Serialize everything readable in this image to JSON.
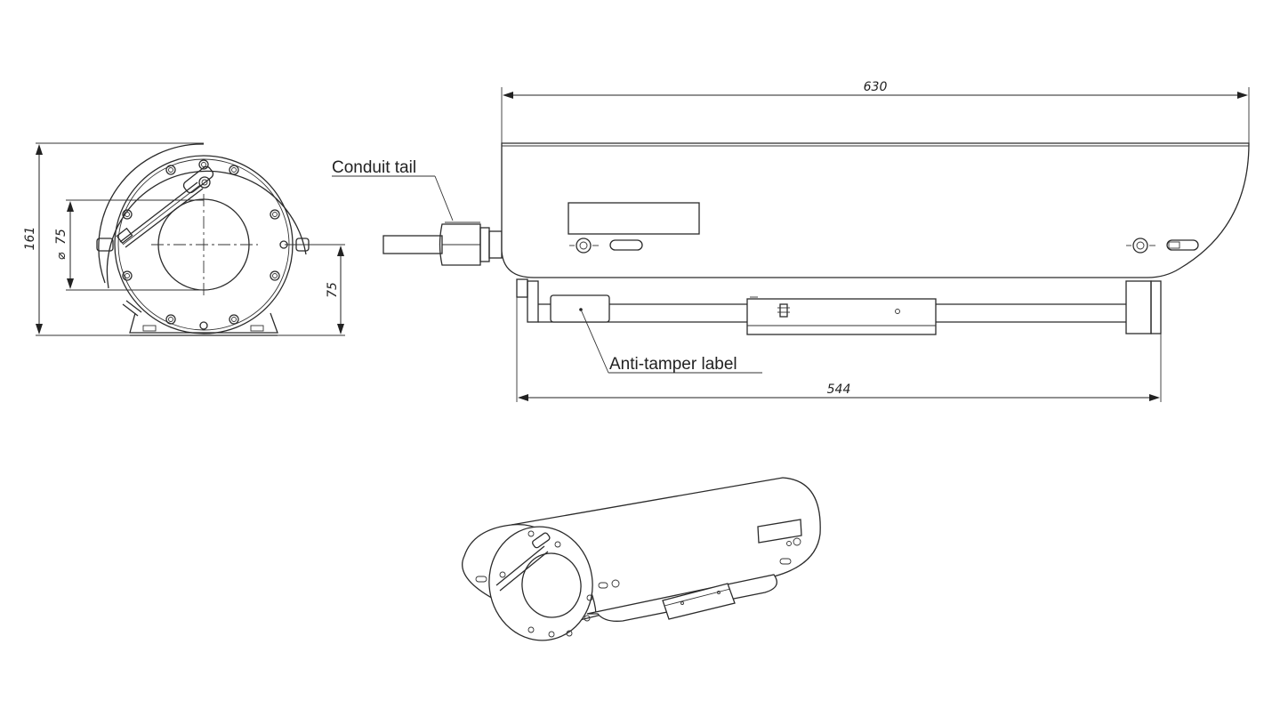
{
  "dimensions": {
    "overall_length": "630",
    "base_length": "544",
    "height": "161",
    "window_diameter": "75",
    "axis_height": "75"
  },
  "callouts": {
    "conduit_tail": "Conduit tail",
    "anti_tamper_label": "Anti-tamper label"
  },
  "colors": {
    "line": "#2b2b2b",
    "background": "#ffffff"
  }
}
